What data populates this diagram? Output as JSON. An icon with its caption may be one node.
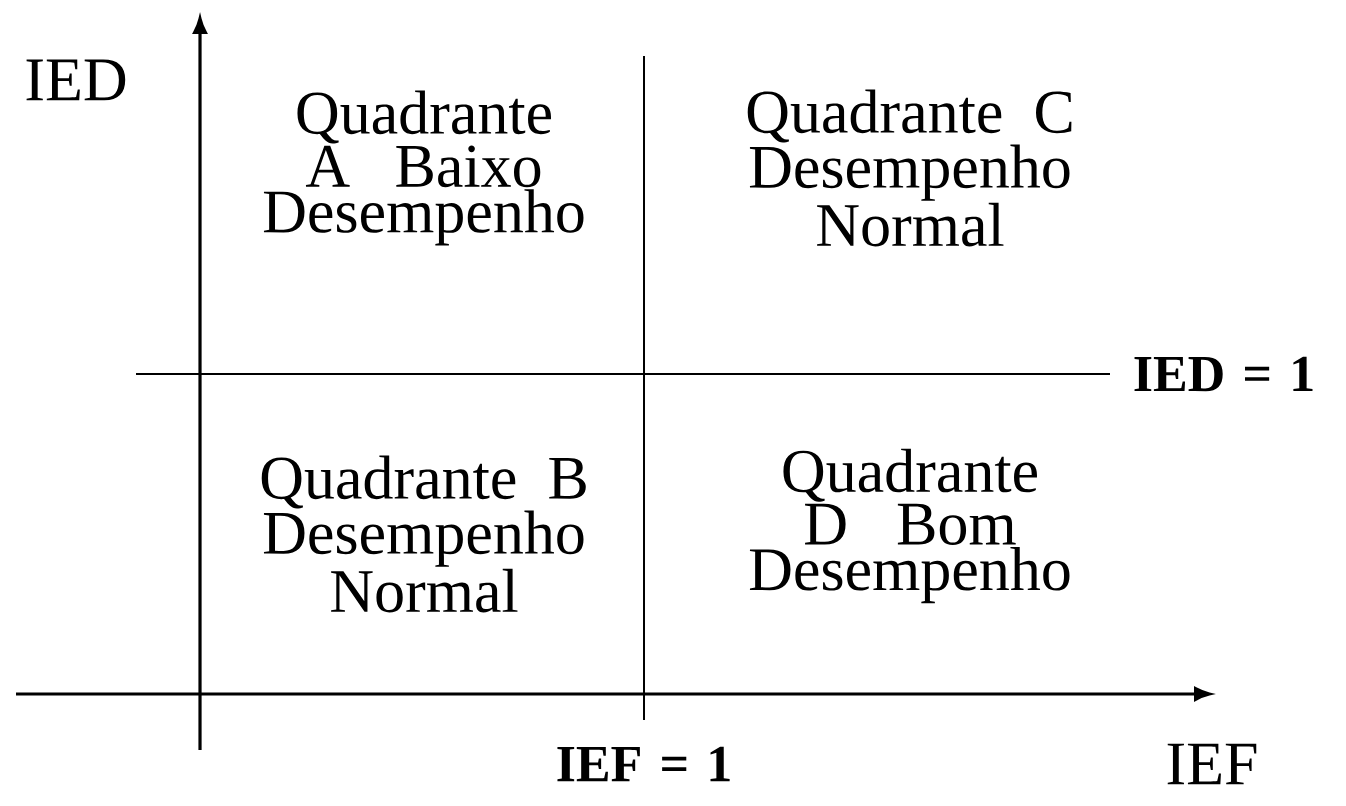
{
  "diagram": {
    "labels": [
      "IED",
      "Quadrante A Baixo Desempenho",
      "Quadrante C Desempenho Normal",
      "IED = 1",
      "Quadrante B Desempenho Normal",
      "Quadrante D Bom Desempenho",
      "IEF = 1",
      "IEF"
    ]
  }
}
